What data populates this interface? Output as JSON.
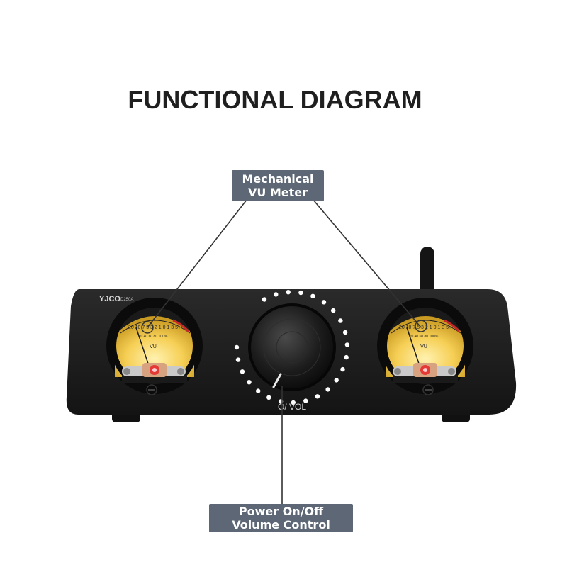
{
  "title": "FUNCTIONAL DIAGRAM",
  "callouts": {
    "vu_meter": [
      "Mechanical",
      "VU Meter"
    ],
    "power_volume": [
      "Power On/Off",
      "Volume Control"
    ]
  },
  "device": {
    "brand": "YJCO",
    "model": "D250A",
    "knob_label": "O/ VOL",
    "meter_left": {
      "scale_top": "20 10 7 5 3 2 1 0 1 3 5+",
      "scale_bottom": "20 40 60 80 100%",
      "unit": "VU"
    },
    "meter_right": {
      "scale_top": "20 10 7 5 3 2 1 0 1 3 5+",
      "scale_bottom": "20 40 60 80 100%",
      "unit": "VU"
    }
  },
  "colors": {
    "callout_bg": "#5d6775",
    "body": "#1b1b1b",
    "meter_face": "#f2c84a",
    "led_ring": "#ffffff"
  }
}
